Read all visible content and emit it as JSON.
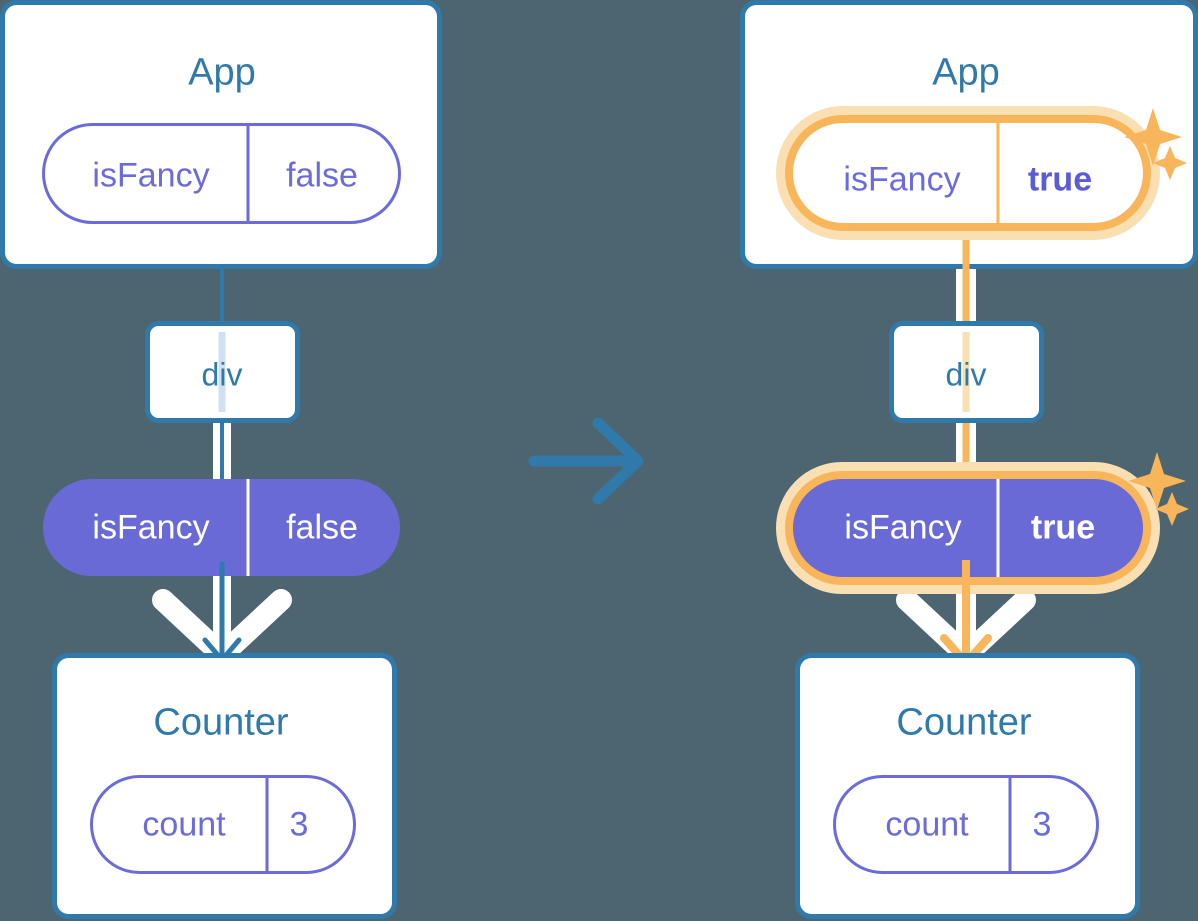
{
  "meta": {
    "background_color": "#4d6570",
    "accent_blue": "#2f7aab",
    "accent_purple_line": "#6b6bdd",
    "accent_purple_fill": "#6a6ad6",
    "accent_orange": "#f8b55a",
    "accent_orange_glow": "#fadfb2",
    "light_blue_line": "#cfe0f2",
    "white": "#ffffff"
  },
  "transition": {
    "icon": "arrow-right-icon",
    "color": "#2f7aab"
  },
  "panels": [
    {
      "id": "before",
      "app": {
        "title": "App",
        "state": {
          "name": "isFancy",
          "value": "false",
          "highlighted": false,
          "style": "outline"
        }
      },
      "div": {
        "label": "div",
        "line_color": "#cfe0f2"
      },
      "prop": {
        "name": "isFancy",
        "value": "false",
        "highlighted": false,
        "style": "filled"
      },
      "counter": {
        "title": "Counter",
        "state": {
          "name": "count",
          "value": "3",
          "highlighted": false,
          "style": "outline"
        }
      },
      "arrow_color": "#2f7aab",
      "sparkles": false
    },
    {
      "id": "after",
      "app": {
        "title": "App",
        "state": {
          "name": "isFancy",
          "value": "true",
          "highlighted": true,
          "style": "outline"
        }
      },
      "div": {
        "label": "div",
        "line_color": "#fadfb2"
      },
      "prop": {
        "name": "isFancy",
        "value": "true",
        "highlighted": true,
        "style": "filled"
      },
      "counter": {
        "title": "Counter",
        "state": {
          "name": "count",
          "value": "3",
          "highlighted": false,
          "style": "outline"
        }
      },
      "arrow_color": "#f8b55a",
      "sparkles": true
    }
  ]
}
